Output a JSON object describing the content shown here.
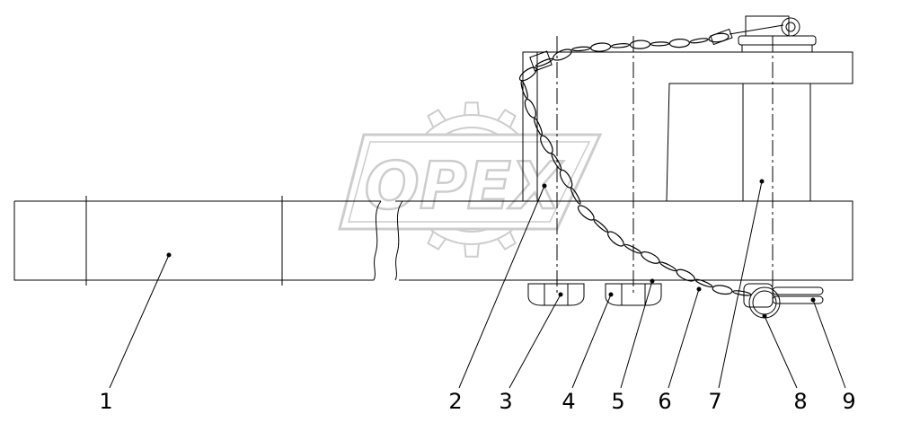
{
  "diagram": {
    "kind": "technical-assembly-drawing",
    "line_color": "#000000",
    "background": "#ffffff",
    "watermark": {
      "text": "OPEX",
      "color": "#cccccc"
    },
    "callouts": [
      {
        "id": "1",
        "label": "1"
      },
      {
        "id": "2",
        "label": "2"
      },
      {
        "id": "3",
        "label": "3"
      },
      {
        "id": "4",
        "label": "4"
      },
      {
        "id": "5",
        "label": "5"
      },
      {
        "id": "6",
        "label": "6"
      },
      {
        "id": "7",
        "label": "7"
      },
      {
        "id": "8",
        "label": "8"
      },
      {
        "id": "9",
        "label": "9"
      }
    ]
  }
}
